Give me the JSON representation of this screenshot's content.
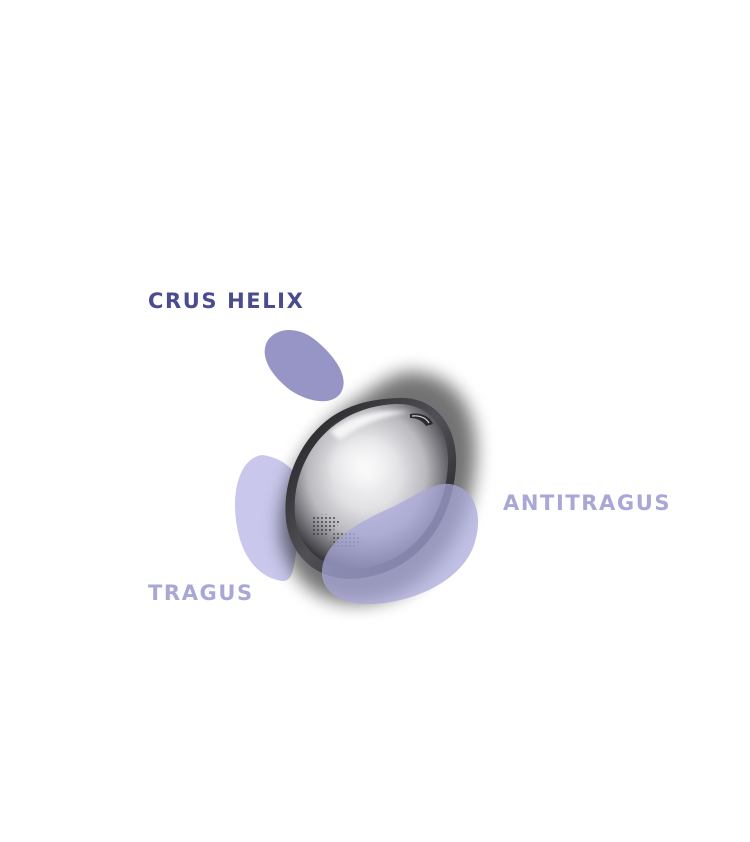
{
  "labels": {
    "crus_helix": "CRUS HELIX",
    "antitragus": "ANTITRAGUS",
    "tragus": "TRAGUS"
  },
  "colors": {
    "background": "#ffffff",
    "crus_helix_text": "#4b4b8f",
    "crus_helix_zone": "#7d7bb7",
    "antitragus_text": "#a9a7d6",
    "antitragus_zone": "#a8a6da",
    "tragus_text": "#a9a7d6",
    "tragus_zone": "#c3c2ea",
    "earbud_chrome": "#c9c9cd"
  },
  "icons": {
    "device": "earbud-icon",
    "grille": "speaker-grille-icon"
  }
}
